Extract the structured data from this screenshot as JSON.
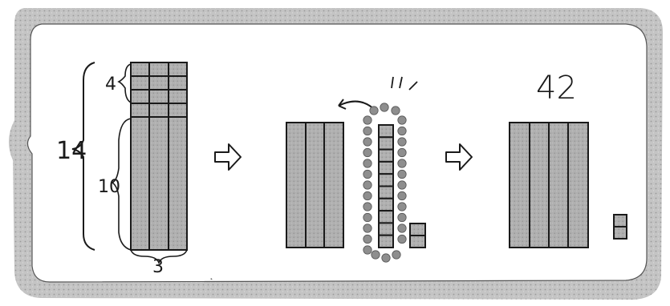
{
  "labels": {
    "total_rows": "14",
    "top_rows": "4",
    "bottom_rows": "10",
    "columns": "3",
    "result": "42"
  },
  "colors": {
    "frame_fill": "#c9c9c9",
    "paper": "#ffffff",
    "block_fill": "#aaaaaa",
    "ink": "#1a1a1a",
    "dot_fill": "#8e8e8e"
  }
}
